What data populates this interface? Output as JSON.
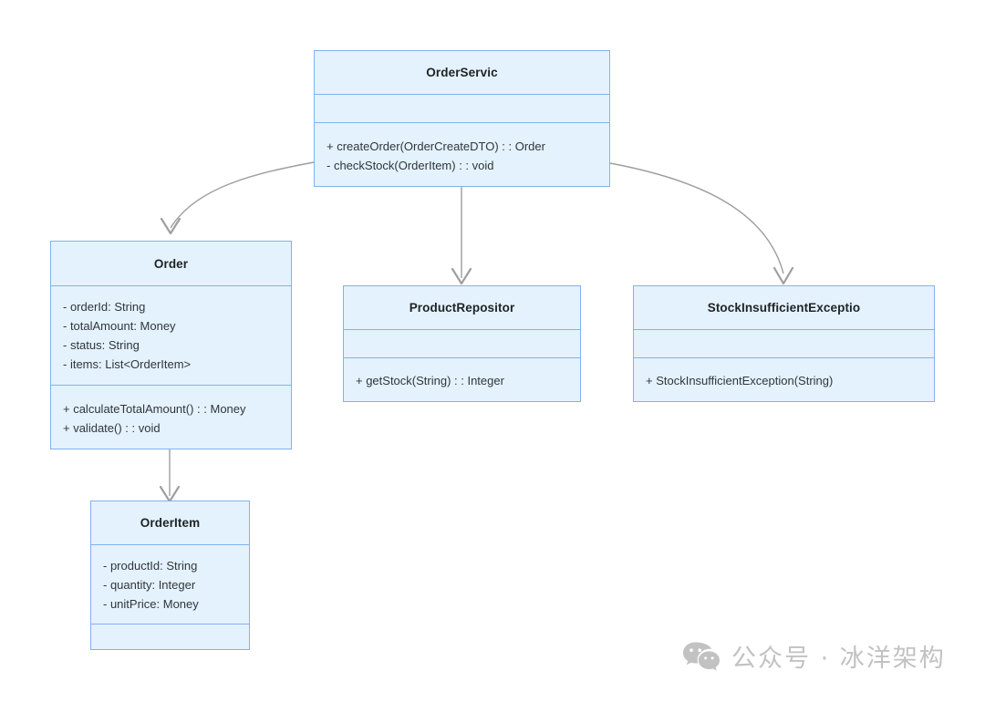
{
  "diagram": {
    "type": "uml-class-diagram",
    "background_color": "#ffffff",
    "box_fill_color": "#e4f2fd",
    "box_border_color": "#82b1f0",
    "connector_color": "#9e9e9e",
    "title_text_color": "#1f2326",
    "member_text_color": "#30363b",
    "classes": [
      {
        "id": "order-service",
        "name": "OrderServic",
        "attributes": [],
        "methods": [
          "+ createOrder(OrderCreateDTO) : : Order",
          "- checkStock(OrderItem) : : void"
        ]
      },
      {
        "id": "order",
        "name": "Order",
        "attributes": [
          "- orderId: String",
          "- totalAmount: Money",
          "- status: String",
          "- items: List<OrderItem>"
        ],
        "methods": [
          "+ calculateTotalAmount() : : Money",
          "+ validate() : : void"
        ]
      },
      {
        "id": "product-repository",
        "name": "ProductRepositor",
        "attributes": [],
        "methods": [
          "+ getStock(String) : : Integer"
        ]
      },
      {
        "id": "stock-insufficient-exception",
        "name": "StockInsufficientExceptio",
        "attributes": [],
        "methods": [
          "+ StockInsufficientException(String)"
        ]
      },
      {
        "id": "order-item",
        "name": "OrderItem",
        "attributes": [
          "- productId: String",
          "- quantity: Integer",
          "- unitPrice: Money"
        ],
        "methods": []
      }
    ],
    "relations": [
      {
        "from": "order-service",
        "to": "order",
        "style": "curved",
        "arrow": "open"
      },
      {
        "from": "order-service",
        "to": "product-repository",
        "style": "straight",
        "arrow": "open"
      },
      {
        "from": "order-service",
        "to": "stock-insufficient-exception",
        "style": "curved",
        "arrow": "open"
      },
      {
        "from": "order",
        "to": "order-item",
        "style": "straight",
        "arrow": "open"
      }
    ]
  },
  "watermark": {
    "icon": "wechat-icon",
    "text": "公众号 · 冰洋架构"
  }
}
